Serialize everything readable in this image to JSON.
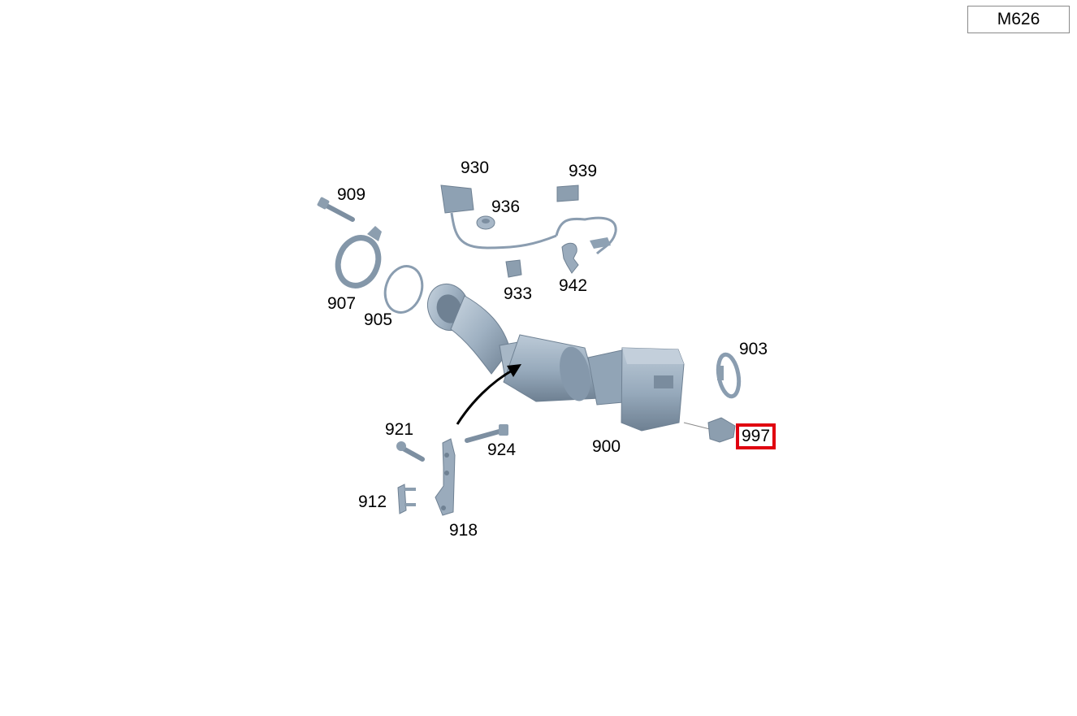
{
  "diagram_code": "M626",
  "callouts": [
    {
      "id": "909",
      "label": "909"
    },
    {
      "id": "930",
      "label": "930"
    },
    {
      "id": "939",
      "label": "939"
    },
    {
      "id": "936",
      "label": "936"
    },
    {
      "id": "907",
      "label": "907"
    },
    {
      "id": "905",
      "label": "905"
    },
    {
      "id": "933",
      "label": "933"
    },
    {
      "id": "942",
      "label": "942"
    },
    {
      "id": "903",
      "label": "903"
    },
    {
      "id": "921",
      "label": "921"
    },
    {
      "id": "924",
      "label": "924"
    },
    {
      "id": "900",
      "label": "900"
    },
    {
      "id": "997",
      "label": "997"
    },
    {
      "id": "912",
      "label": "912"
    },
    {
      "id": "918",
      "label": "918"
    }
  ],
  "selected_callout": "997",
  "colors": {
    "part_fill": "#9fb1c2",
    "part_shade": "#6f8193",
    "part_light": "#c9d5e0",
    "highlight": "#e0000f"
  }
}
